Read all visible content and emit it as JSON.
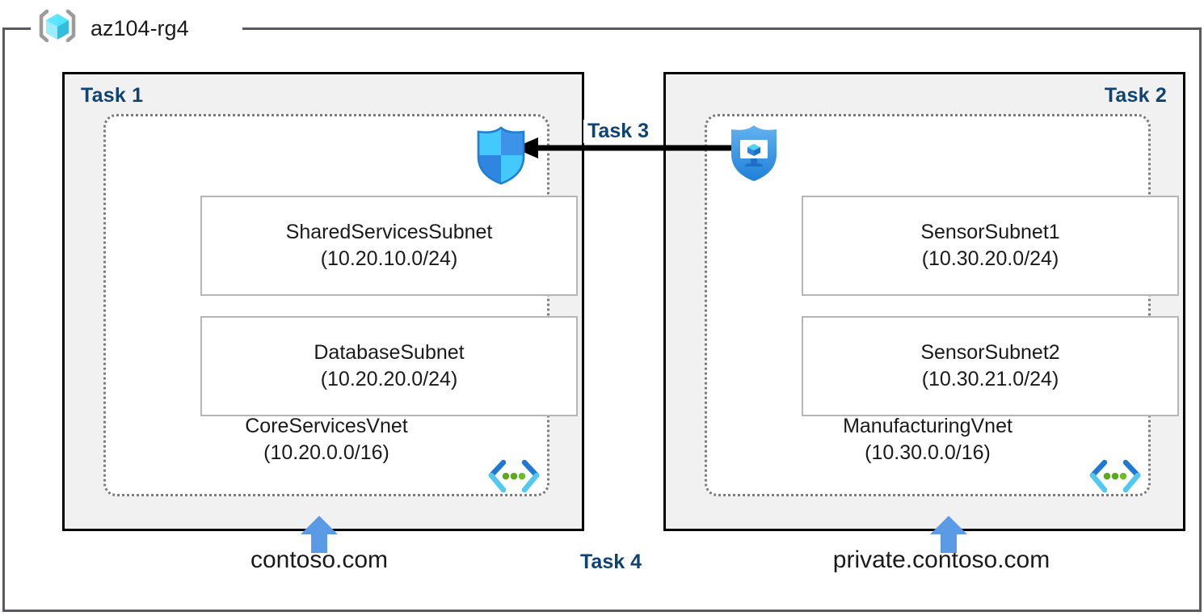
{
  "resource_group": {
    "title": "az104-rg4",
    "icon": "resource-group-cube-icon"
  },
  "tasks": {
    "task1_label": "Task 1",
    "task2_label": "Task 2",
    "task3_label": "Task 3",
    "task4_label": "Task 4"
  },
  "colors": {
    "task_label": "#0f4472",
    "panel_fill": "#f1f1f1",
    "panel_border": "#000000",
    "vnet_dotted_border": "#7b7b7b",
    "subnet_border": "#b6b6b6",
    "rg_frame": "#5a5a5e",
    "dns_arrow_blue": "#5b9be5",
    "connector_arrow": "#000000",
    "azure_cyan": "#50e6ff",
    "azure_blue": "#0078d4"
  },
  "panels": [
    {
      "id": "task1",
      "label": "Task 1",
      "label_align": "left",
      "vnet": {
        "name": "CoreServicesVnet",
        "cidr": "(10.20.0.0/16)",
        "icon": "virtual-network-icon"
      },
      "subnets": [
        {
          "name": "SharedServicesSubnet",
          "cidr": "(10.20.10.0/24)"
        },
        {
          "name": "DatabaseSubnet",
          "cidr": "(10.20.20.0/24)"
        }
      ],
      "dns": {
        "label": "contoso.com",
        "icon": "up-arrow-icon"
      },
      "icon": {
        "name": "shield-icon",
        "title": "Network security shield"
      }
    },
    {
      "id": "task2",
      "label": "Task 2",
      "label_align": "right",
      "vnet": {
        "name": "ManufacturingVnet",
        "cidr": "(10.30.0.0/16)",
        "icon": "virtual-network-icon"
      },
      "subnets": [
        {
          "name": "SensorSubnet1",
          "cidr": "(10.30.20.0/24)"
        },
        {
          "name": "SensorSubnet2",
          "cidr": "(10.30.21.0/24)"
        }
      ],
      "dns": {
        "label": "private.contoso.com",
        "icon": "up-arrow-icon"
      },
      "icon": {
        "name": "vm-shield-icon",
        "title": "Protected virtual machine"
      }
    }
  ],
  "connector": {
    "label": "Task 3",
    "direction": "right-to-left",
    "from": "ManufacturingVnet",
    "to": "CoreServicesVnet",
    "icon": "left-arrow-icon"
  }
}
